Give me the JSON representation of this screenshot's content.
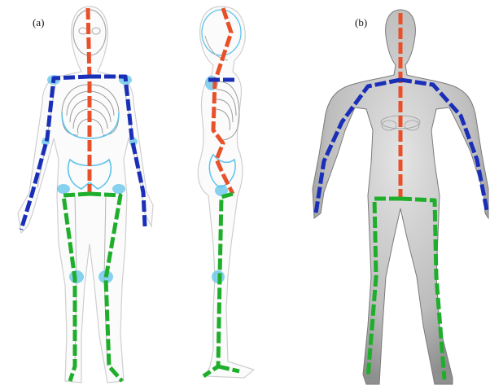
{
  "figure": {
    "panel_a_label": "(a)",
    "panel_b_label": "(b)"
  },
  "colors": {
    "spine": "#e8502a",
    "arms": "#1a2fb8",
    "legs": "#1fae2b",
    "joints": "#5fc3ea",
    "bone_outline": "#7fd3ee",
    "body_outline": "#c9c9c9",
    "body_fill_scan": "#a9a9a9"
  },
  "panels": [
    {
      "id": "a-front",
      "view": "skeleton-front"
    },
    {
      "id": "a-side",
      "view": "skeleton-side"
    },
    {
      "id": "b-scan",
      "view": "body-scan"
    }
  ]
}
